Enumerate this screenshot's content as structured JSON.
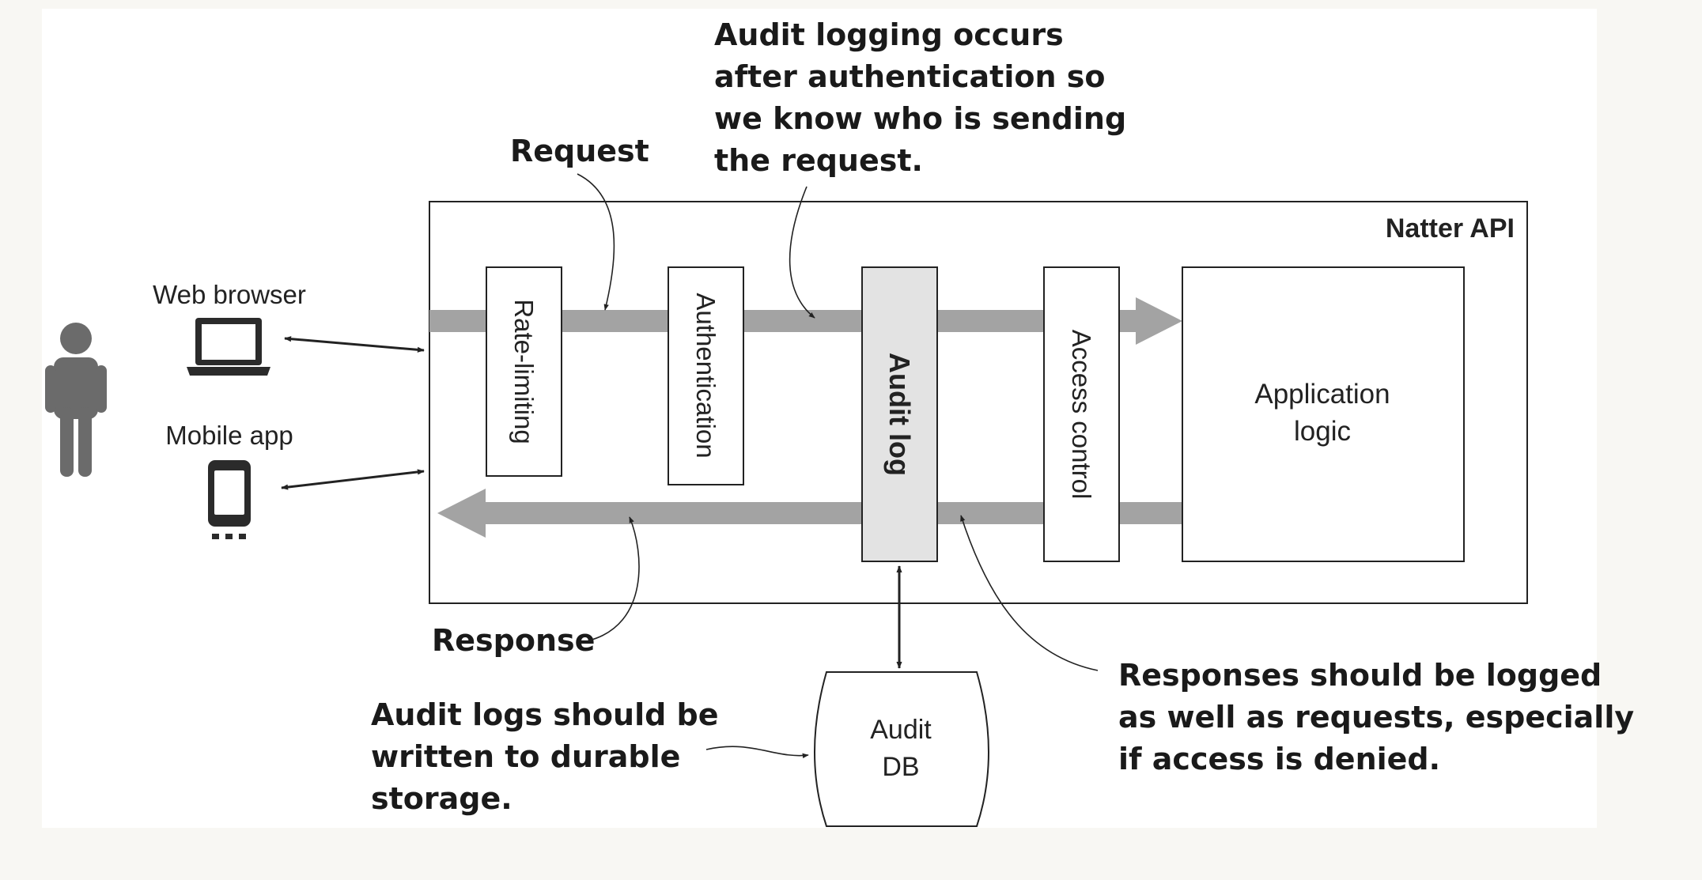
{
  "diagram": {
    "container_title": "Natter API",
    "clients": [
      {
        "label": "Web browser",
        "icon": "laptop-icon"
      },
      {
        "label": "Mobile app",
        "icon": "phone-icon"
      }
    ],
    "person_icon": "person-icon",
    "stages": {
      "rate_limiting": "Rate-limiting",
      "authentication": "Authentication",
      "audit_log": "Audit log",
      "access_control": "Access control"
    },
    "application": [
      "Application",
      "logic"
    ],
    "database": [
      "Audit",
      "DB"
    ],
    "flow_labels": {
      "request": "Request",
      "response": "Response"
    },
    "notes": {
      "audit_after_auth": [
        "Audit logging occurs",
        "after authentication so",
        "we know who is sending",
        "the request."
      ],
      "durable_storage": [
        "Audit logs should be",
        "written to durable",
        "storage."
      ],
      "log_responses": [
        "Responses should be logged",
        "as well as requests, especially",
        "if access is denied."
      ]
    },
    "colors": {
      "flow_arrow": "#a3a3a3",
      "audit_fill": "#e3e3e3",
      "icon": "#2b2b2b",
      "person": "#6b6b6b",
      "stroke": "#222222"
    }
  }
}
